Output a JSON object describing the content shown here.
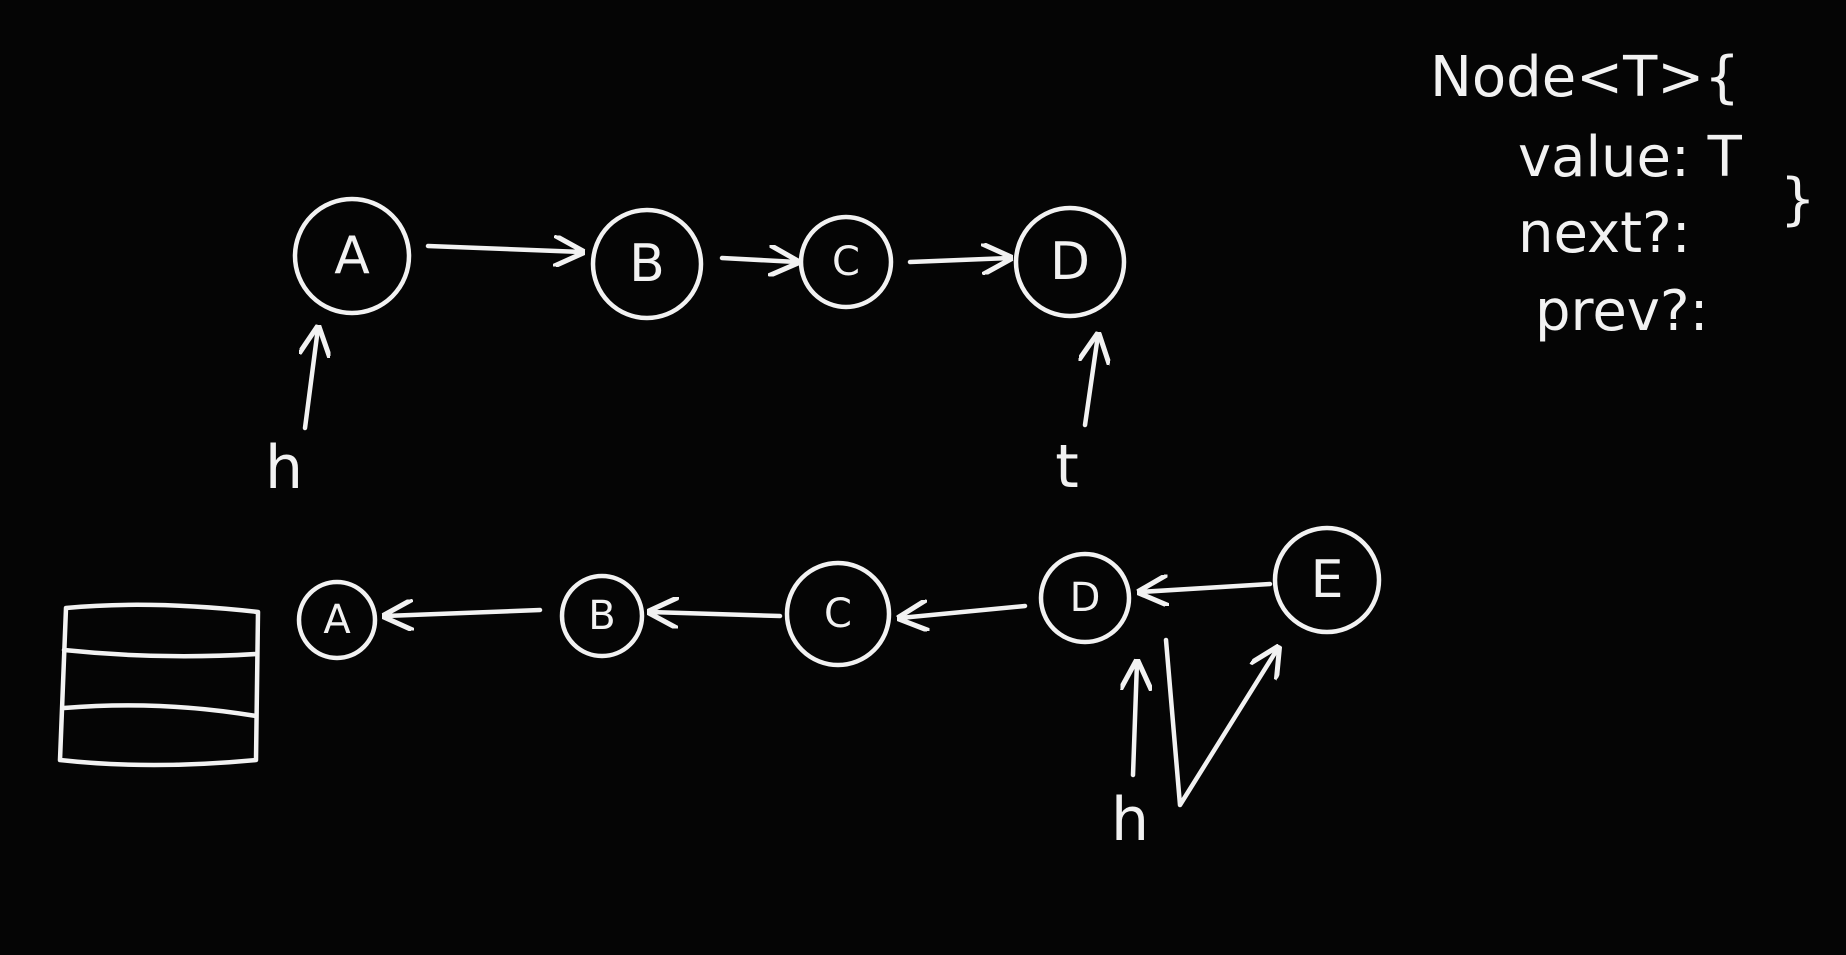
{
  "linked_list_top": {
    "nodes": [
      "A",
      "B",
      "C",
      "D"
    ],
    "head_label": "h",
    "tail_label": "t"
  },
  "linked_list_bottom": {
    "nodes": [
      "A",
      "B",
      "C",
      "D",
      "E"
    ],
    "head_label": "h"
  },
  "node_type": {
    "title": "Node<T>{",
    "fields": [
      "value: T",
      "next?:",
      "prev?:"
    ],
    "closing": "}"
  },
  "colors": {
    "background": "#050505",
    "ink": "#f2f2f2"
  }
}
